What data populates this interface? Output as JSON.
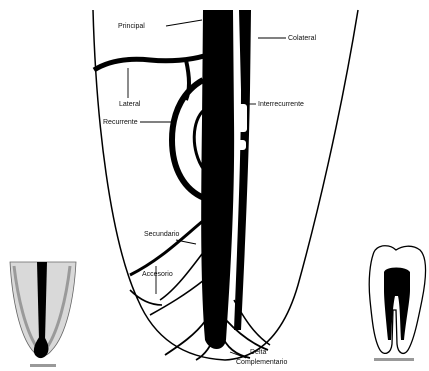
{
  "labels": {
    "principal": "Principal",
    "colateral": "Colateral",
    "lateral": "Lateral",
    "recurrente": "Recurrente",
    "interrecurrente": "Interrecurrente",
    "secundario": "Secundario",
    "accesorio": "Accesorio",
    "delta": "Delta",
    "complementario": "Complementario"
  },
  "colors": {
    "ink": "#000000",
    "paper": "#ffffff",
    "gray": "#8a8a8a"
  }
}
